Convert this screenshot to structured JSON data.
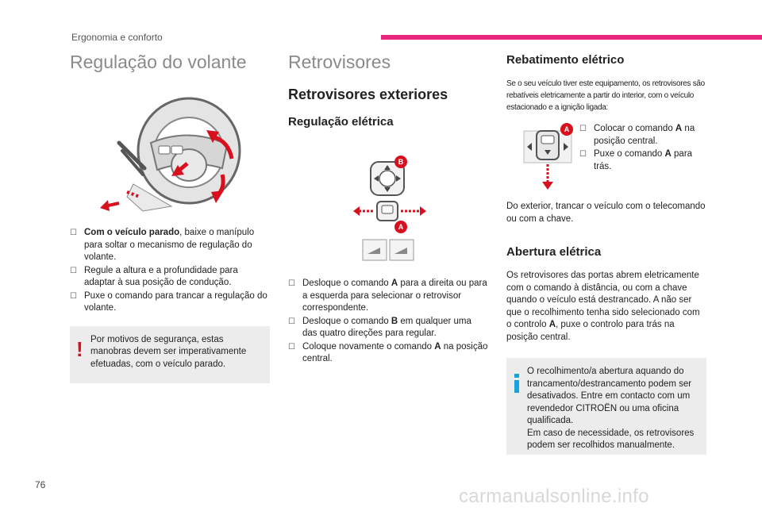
{
  "header": {
    "section": "Ergonomia e conforto",
    "page_number": "76"
  },
  "steering": {
    "title": "Regulação do volante",
    "bullets": [
      {
        "bold": "Com o veículo parado",
        "text": ", baixe o manípulo para soltar o mecanismo de regulação do volante."
      },
      {
        "bold": "",
        "text": "Regule a altura e a profundidade para adaptar à sua posição de condução."
      },
      {
        "bold": "",
        "text": "Puxe o comando para trancar a regulação do volante."
      }
    ],
    "warning": "Por motivos de segurança, estas manobras devem ser imperativamente efetuadas, com o veículo parado."
  },
  "mirrors": {
    "title": "Retrovisores",
    "exterior_title": "Retrovisores exteriores",
    "electric_adjust_title": "Regulação elétrica",
    "label_a": "A",
    "label_b": "B",
    "adjust_bullets": [
      {
        "pre": "Desloque o comando ",
        "key": "A",
        "post": " para a direita ou para a esquerda para selecionar o retrovisor correspondente."
      },
      {
        "pre": "Desloque o comando ",
        "key": "B",
        "post": " em qualquer uma das quatro direções para regular."
      },
      {
        "pre": "Coloque novamente o comando ",
        "key": "A",
        "post": " na posição central."
      }
    ]
  },
  "folding": {
    "title": "Rebatimento elétrico",
    "intro": "Se o seu veículo tiver este equipamento, os retrovisores são rebatíveis eletricamente a partir do interior, com o veículo estacionado e a ignição ligada:",
    "bullets": [
      {
        "pre": "Colocar o comando ",
        "key": "A",
        "post": " na posição central."
      },
      {
        "pre": "Puxe o comando ",
        "key": "A",
        "post": " para trás."
      }
    ],
    "outside": "Do exterior, trancar o veículo com o telecomando ou com a chave."
  },
  "opening": {
    "title": "Abertura elétrica",
    "text_pre": "Os retrovisores das portas abrem eletricamente com o comando à distância, ou com a chave quando o veículo está destrancado. A não ser que o recolhimento tenha sido selecionado com o controlo ",
    "text_key": "A",
    "text_post": ", puxe o controlo para trás na posição central.",
    "info_line1": "O recolhimento/a abertura aquando do trancamento/destrancamento podem ser desativados. Entre em contacto com um revendedor CITROËN ou uma oficina qualificada.",
    "info_line2": "Em caso de necessidade, os retrovisores podem ser recolhidos manualmente."
  },
  "watermark": "carmanualsonline.info",
  "colors": {
    "accent_pink": "#e8257f",
    "arrow_red": "#d80f1d",
    "info_blue": "#1aa3d9",
    "box_gray": "#ececec"
  }
}
